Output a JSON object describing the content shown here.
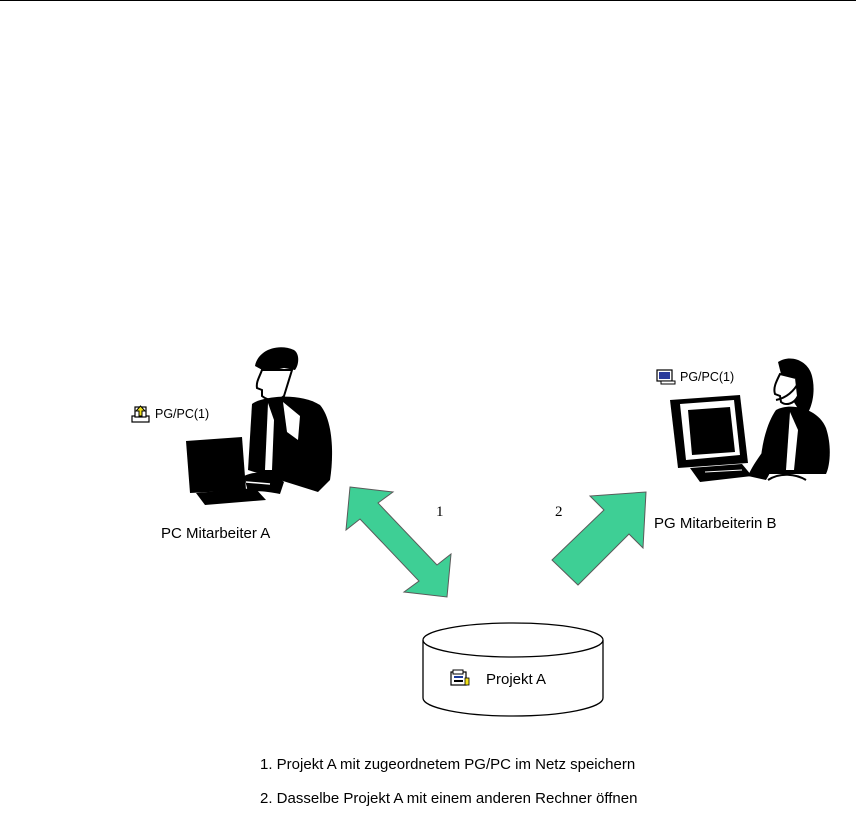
{
  "diagram": {
    "person_a": {
      "role_label": "PC Mitarbeiter A",
      "device_tag": "PG/PC(1)"
    },
    "person_b": {
      "role_label": "PG Mitarbeiterin B",
      "device_tag": "PG/PC(1)"
    },
    "arrows": {
      "arrow_1_label": "1",
      "arrow_2_label": "2",
      "color": "#3ECF95"
    },
    "database": {
      "label": "Projekt A"
    },
    "steps": [
      "1. Projekt A mit zugeordnetem PG/PC im Netz speichern",
      "2. Dasselbe Projekt A mit einem anderen Rechner öffnen"
    ]
  }
}
